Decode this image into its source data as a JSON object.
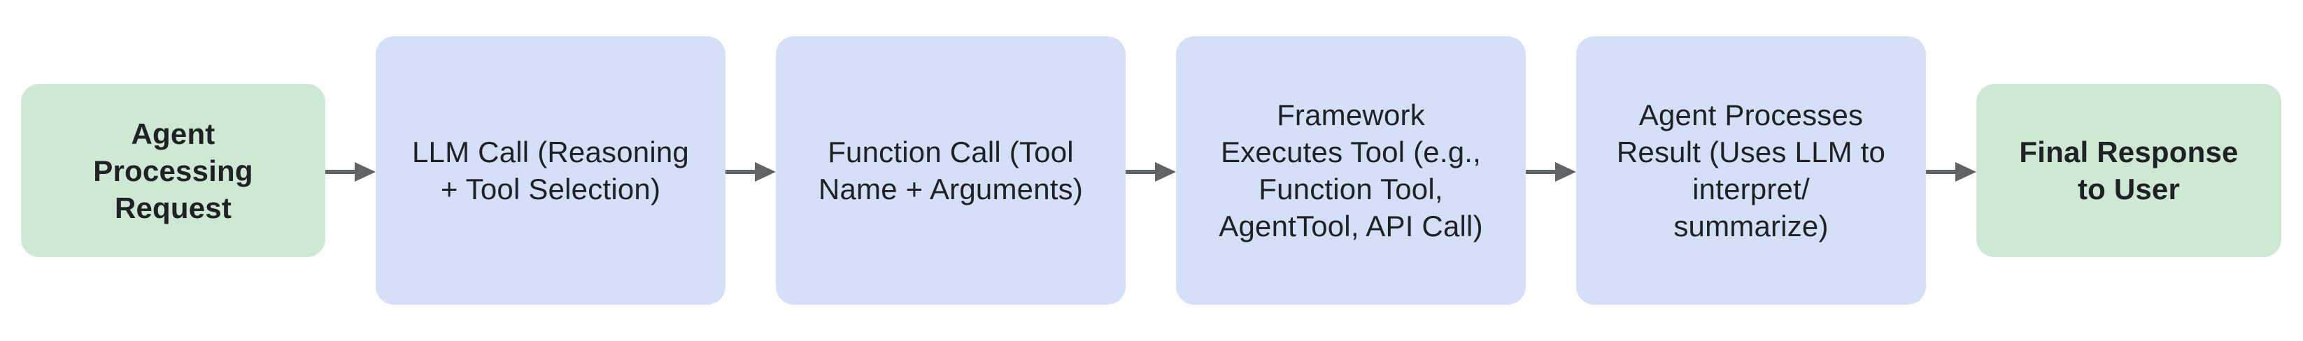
{
  "diagram": {
    "background": "#ffffff",
    "text_color": "#202124",
    "arrow_color": "#5f6368",
    "nodes": [
      {
        "id": "agent-processing-request",
        "type": "terminal",
        "fill": "#cfe8d4",
        "label": "Agent\nProcessing\nRequest"
      },
      {
        "id": "llm-call",
        "type": "process",
        "fill": "#d4e0f8",
        "label": "LLM Call (Reasoning\n+ Tool Selection)"
      },
      {
        "id": "function-call",
        "type": "process",
        "fill": "#d4e0f8",
        "label": "Function Call (Tool\nName + Arguments)"
      },
      {
        "id": "framework-executes-tool",
        "type": "process",
        "fill": "#d4e0f8",
        "label": "Framework\nExecutes Tool (e.g.,\nFunction Tool,\nAgentTool, API Call)"
      },
      {
        "id": "agent-processes-result",
        "type": "process",
        "fill": "#d4e0f8",
        "label": "Agent Processes\nResult (Uses LLM to\ninterpret/\nsummarize)"
      },
      {
        "id": "final-response-to-user",
        "type": "terminal",
        "fill": "#cfe8d4",
        "label": "Final Response\nto User"
      }
    ],
    "connections": [
      {
        "from": "agent-processing-request",
        "to": "llm-call"
      },
      {
        "from": "llm-call",
        "to": "function-call"
      },
      {
        "from": "function-call",
        "to": "framework-executes-tool"
      },
      {
        "from": "framework-executes-tool",
        "to": "agent-processes-result"
      },
      {
        "from": "agent-processes-result",
        "to": "final-response-to-user"
      }
    ]
  }
}
